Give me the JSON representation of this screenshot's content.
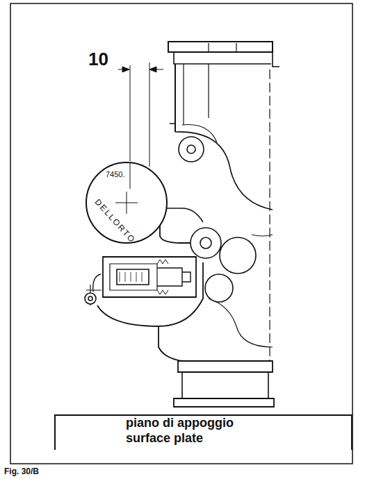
{
  "diagram": {
    "caption": "Fig. 30/B",
    "nodes": [
      {
        "text": [
          "7450.",
          "DELLORTO"
        ]
      },
      {
        "text": [
          "piano di appoggio",
          "surface plate"
        ]
      }
    ],
    "labels": [
      "10"
    ]
  }
}
